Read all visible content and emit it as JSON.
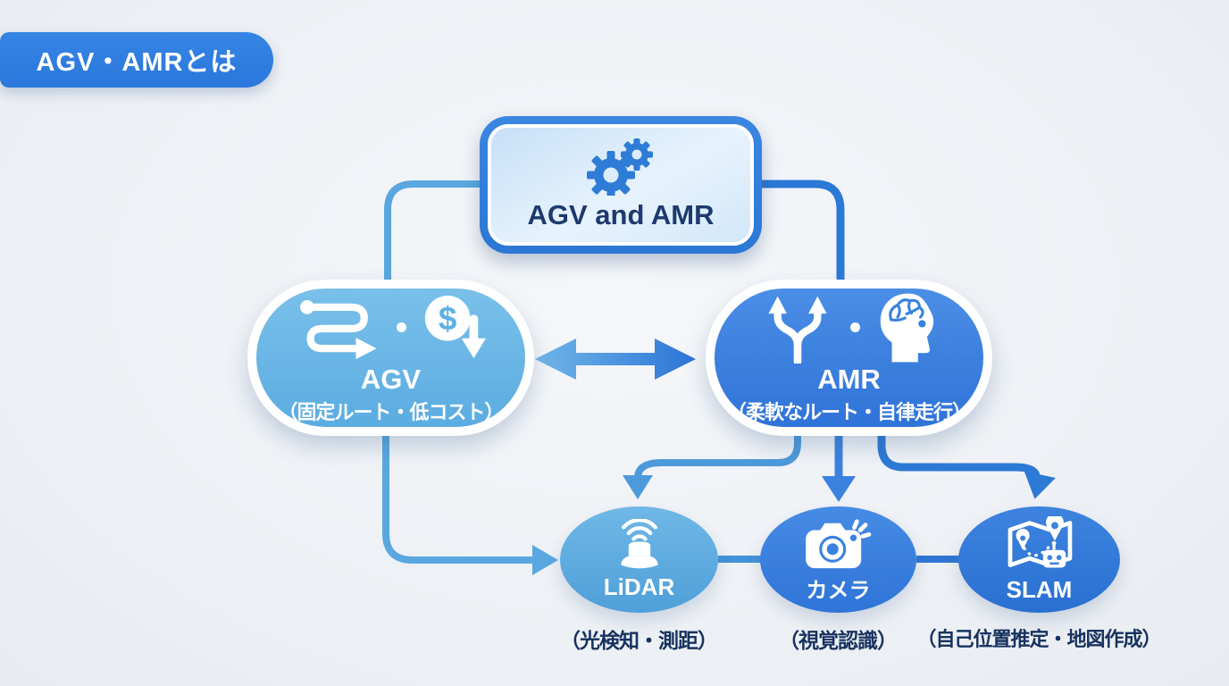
{
  "badge": {
    "label": "AGV・AMRとは"
  },
  "root_node": {
    "label": "AGV and AMR",
    "icon": "gears-icon"
  },
  "agv_node": {
    "label": "AGV",
    "caption": "（固定ルート・低コスト）",
    "icons": [
      "winding-route-icon",
      "low-cost-dollar-icon"
    ]
  },
  "amr_node": {
    "label": "AMR",
    "caption": "（柔軟なルート・自律走行）",
    "icons": [
      "branching-paths-icon",
      "ai-head-brain-icon"
    ]
  },
  "sensor_nodes": [
    {
      "label": "LiDAR",
      "caption": "（光検知・測距）",
      "icon": "lidar-sensor-icon"
    },
    {
      "label": "カメラ",
      "caption": "（視覚認識）",
      "icon": "camera-icon"
    },
    {
      "label": "SLAM",
      "caption": "（自己位置推定・地図作成）",
      "icon": "map-robot-icon"
    }
  ],
  "colors": {
    "badge_blue": "#2f7de0",
    "deep_blue": "#2b79d6",
    "medium_blue": "#3b82e0",
    "light_blue": "#5aa7e0",
    "root_fill_light": "#d9ebfa",
    "label_navy": "#1d3a6e",
    "caption_navy": "#17325f",
    "background": "#eef1f5",
    "white": "#ffffff"
  }
}
